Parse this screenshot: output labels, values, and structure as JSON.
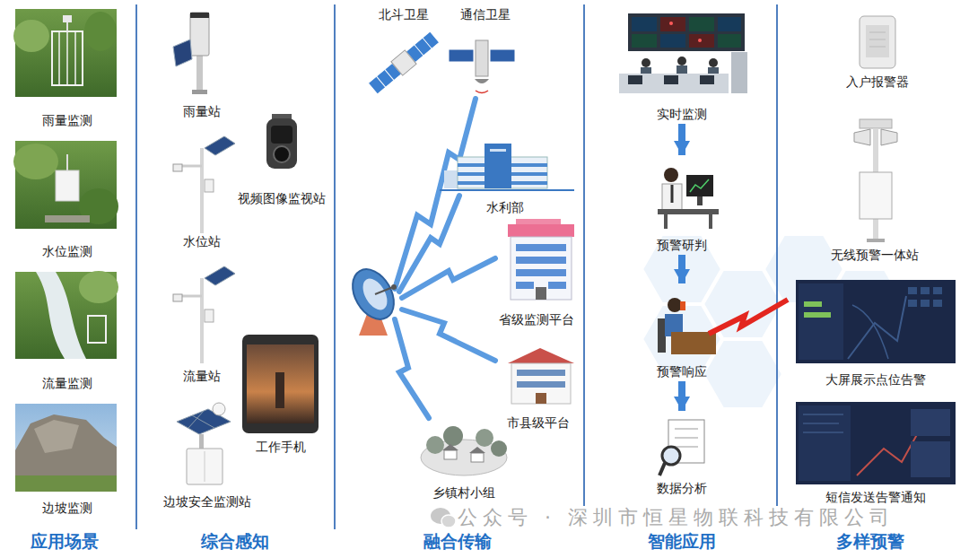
{
  "diagram": {
    "nodes": [
      {
        "text": [
          "雨量监测"
        ]
      },
      {
        "text": [
          "水位监测"
        ]
      },
      {
        "text": [
          "流量监测"
        ]
      },
      {
        "text": [
          "边坡监测"
        ]
      },
      {
        "text": [
          "雨量站"
        ]
      },
      {
        "text": [
          "视频图像监视站"
        ]
      },
      {
        "text": [
          "水位站"
        ]
      },
      {
        "text": [
          "流量站"
        ]
      },
      {
        "text": [
          "工作手机"
        ]
      },
      {
        "text": [
          "边坡安全监测站"
        ]
      },
      {
        "text": [
          "北斗卫星"
        ]
      },
      {
        "text": [
          "通信卫星"
        ]
      },
      {
        "text": [
          "水利部"
        ]
      },
      {
        "text": [
          "省级监测平台"
        ]
      },
      {
        "text": [
          "市县级平台"
        ]
      },
      {
        "text": [
          "乡镇村小组"
        ]
      },
      {
        "text": [
          "实时监测"
        ]
      },
      {
        "text": [
          "预警研判"
        ]
      },
      {
        "text": [
          "预警响应"
        ]
      },
      {
        "text": [
          "数据分析"
        ]
      },
      {
        "text": [
          "入户报警器"
        ]
      },
      {
        "text": [
          "无线预警一体站"
        ]
      },
      {
        "text": [
          "大屏展示点位告警"
        ]
      },
      {
        "text": [
          "短信发送告警通知"
        ]
      }
    ],
    "edges": [
      {
        "from": 16,
        "to": 17,
        "arrow": "to"
      },
      {
        "from": 17,
        "to": 18,
        "arrow": "to"
      },
      {
        "from": 18,
        "to": 19,
        "arrow": "to"
      }
    ],
    "labels": [
      "应用场景",
      "综合感知",
      "融合传输",
      "智能应用",
      "多样预警",
      "公众号 · 深圳市恒星物联科技有限公司"
    ]
  }
}
